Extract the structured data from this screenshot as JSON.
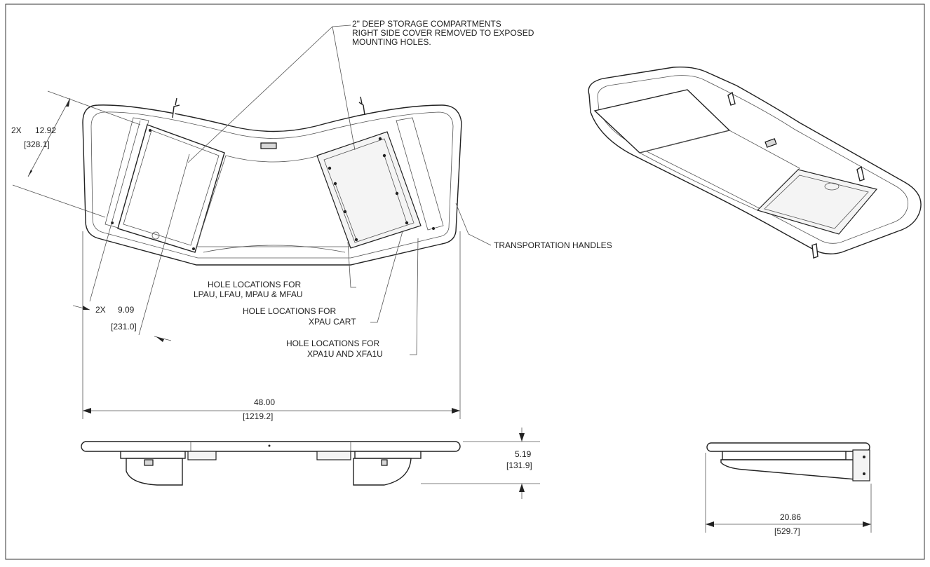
{
  "notes": {
    "storage_line1": "2\" DEEP STORAGE COMPARTMENTS",
    "storage_line2": "RIGHT SIDE COVER REMOVED TO EXPOSED",
    "storage_line3": "MOUNTING HOLES.",
    "handles": "TRANSPORTATION HANDLES",
    "holes1_line1": "HOLE LOCATIONS FOR",
    "holes1_line2": "LPAU, LFAU, MPAU & MFAU",
    "holes2_line1": "HOLE LOCATIONS FOR",
    "holes2_line2": "XPAU CART",
    "holes3_line1": "HOLE LOCATIONS FOR",
    "holes3_line2": "XPA1U AND XFA1U"
  },
  "dimensions": {
    "depth_qty": "2X",
    "depth_in": "12.92",
    "depth_mm": "[328.1]",
    "bay_qty": "2X",
    "bay_in": "9.09",
    "bay_mm": "[231.0]",
    "width_in": "48.00",
    "width_mm": "[1219.2]",
    "height_in": "5.19",
    "height_mm": "[131.9]",
    "side_in": "20.86",
    "side_mm": "[529.7]"
  }
}
